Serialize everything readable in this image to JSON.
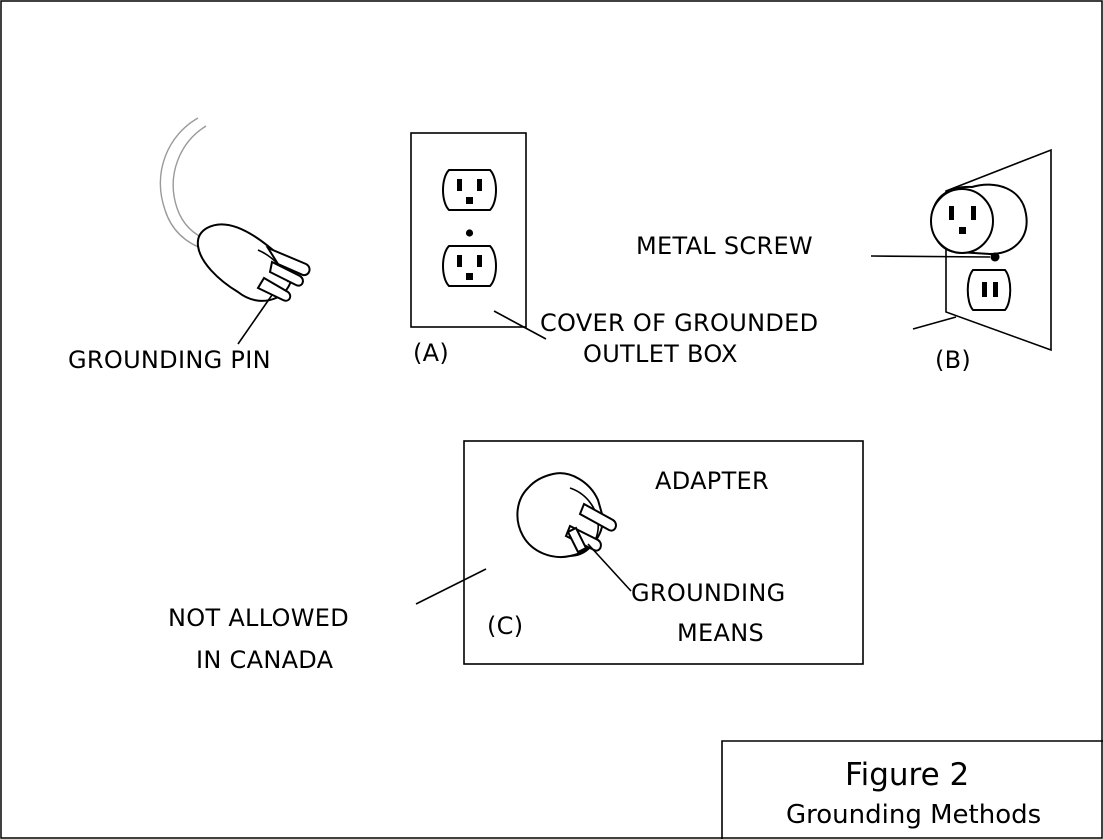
{
  "labels": {
    "grounding_pin": "GROUNDING PIN",
    "a": "(A)",
    "cover_line1": "COVER OF GROUNDED",
    "cover_line2": "OUTLET BOX",
    "metal_screw": "METAL SCREW",
    "b": "(B)",
    "adapter": "ADAPTER",
    "grounding_means_line1": "GROUNDING",
    "grounding_means_line2": "MEANS",
    "c": "(C)",
    "not_allowed_line1": "NOT ALLOWED",
    "not_allowed_line2": "IN CANADA"
  },
  "caption": {
    "title": "Figure 2",
    "subtitle": "Grounding Methods"
  }
}
